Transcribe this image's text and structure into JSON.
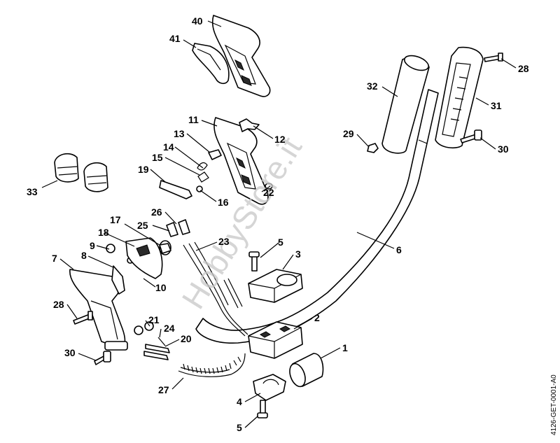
{
  "labels": {
    "p1": "1",
    "p2": "2",
    "p3": "3",
    "p4": "4",
    "p5a": "5",
    "p5b": "5",
    "p6": "6",
    "p7": "7",
    "p8": "8",
    "p9": "9",
    "p10": "10",
    "p11": "11",
    "p12": "12",
    "p13": "13",
    "p14": "14",
    "p15": "15",
    "p16": "16",
    "p17": "17",
    "p18": "18",
    "p19": "19",
    "p20": "20",
    "p21": "21",
    "p22": "22",
    "p23": "23",
    "p24": "24",
    "p25": "25",
    "p26": "26",
    "p27": "27",
    "p28a": "28",
    "p28b": "28",
    "p29": "29",
    "p30a": "30",
    "p30b": "30",
    "p31": "31",
    "p32": "32",
    "p33": "33",
    "p40": "40",
    "p41": "41"
  },
  "watermark": "HobbyStore.it",
  "drawing_code": "4126-GET-0001-A0"
}
